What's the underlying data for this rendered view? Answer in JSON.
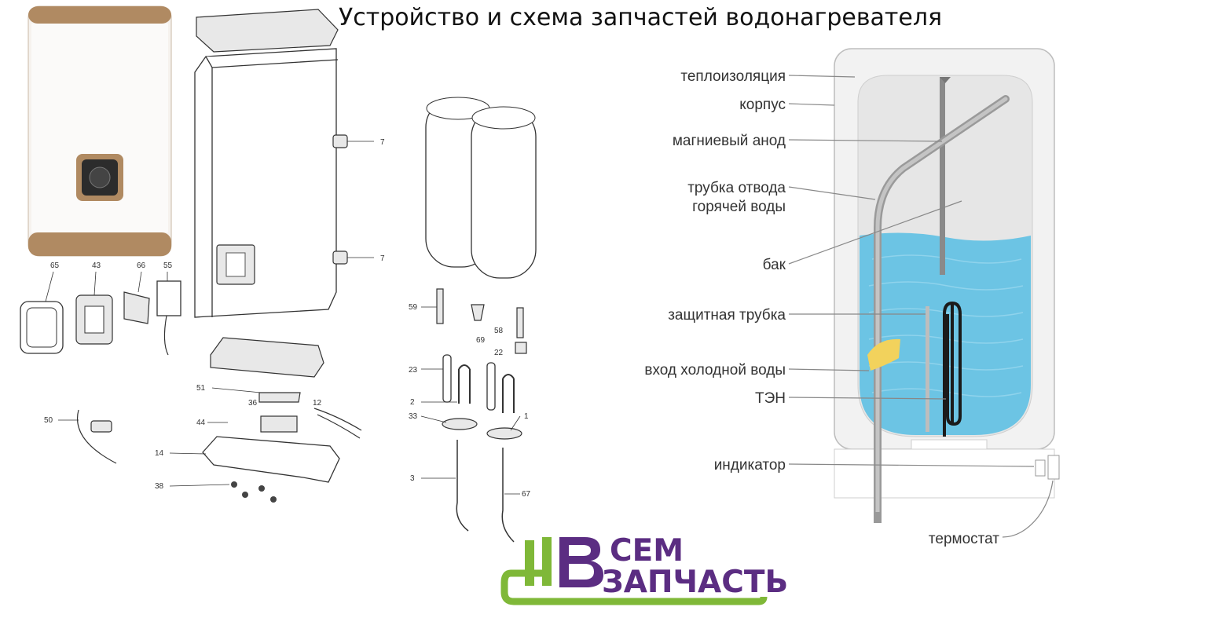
{
  "title": "Устройство и схема запчастей водонагревателя",
  "exploded_view": {
    "part_numbers": [
      "65",
      "43",
      "66",
      "55",
      "7",
      "7",
      "50",
      "51",
      "36",
      "12",
      "44",
      "14",
      "38",
      "59",
      "69",
      "58",
      "22",
      "23",
      "2",
      "33",
      "1",
      "3",
      "67"
    ]
  },
  "schematic": {
    "labels": [
      "теплоизоляция",
      "корпус",
      "магниевый анод",
      "трубка отвода",
      "горячей воды",
      "бак",
      "защитная трубка",
      "вход холодной воды",
      "ТЭН",
      "индикатор",
      "термостат"
    ],
    "colors": {
      "water": "#6cc4e4",
      "tank": "#e6e6e6",
      "body": "#f2f2f2",
      "thermal_insulation": "#dcdcdc"
    }
  },
  "logo": {
    "line1": "СЕМ",
    "line2": "ЗАПЧАСТЬ",
    "colors": {
      "green": "#7fb838",
      "purple": "#5b2d82"
    }
  },
  "heater_accent_color": "#b08a62"
}
